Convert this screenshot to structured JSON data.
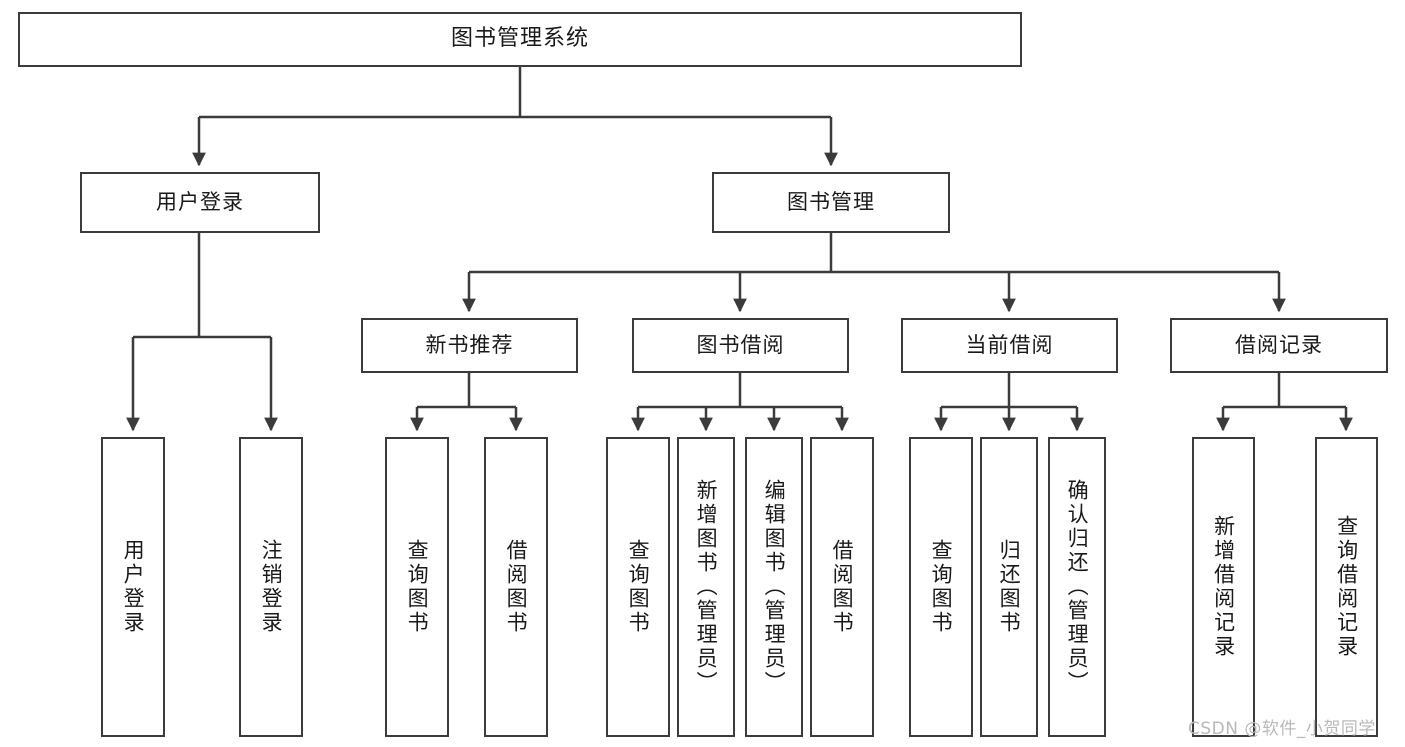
{
  "diagram": {
    "type": "tree-hierarchy",
    "title": "图书管理系统",
    "background_color": "#ffffff",
    "line_color": "#3b3b3b",
    "text_color": "#1a1a1a",
    "root": {
      "label": "图书管理系统",
      "orientation": "horizontal"
    },
    "level2": [
      {
        "label": "用户登录",
        "orientation": "horizontal"
      },
      {
        "label": "图书管理",
        "orientation": "horizontal"
      }
    ],
    "level3": [
      {
        "label": "新书推荐",
        "orientation": "horizontal"
      },
      {
        "label": "图书借阅",
        "orientation": "horizontal"
      },
      {
        "label": "当前借阅",
        "orientation": "horizontal"
      },
      {
        "label": "借阅记录",
        "orientation": "horizontal"
      }
    ],
    "leaves": {
      "user_login": [
        {
          "label": "用户登录",
          "orientation": "vertical"
        },
        {
          "label": "注销登录",
          "orientation": "vertical"
        }
      ],
      "new_book_recommend": [
        {
          "label": "查询图书",
          "orientation": "vertical"
        },
        {
          "label": "借阅图书",
          "orientation": "vertical"
        }
      ],
      "book_borrow": [
        {
          "label": "查询图书",
          "orientation": "vertical"
        },
        {
          "label": "新增图书（管理员）",
          "orientation": "vertical"
        },
        {
          "label": "编辑图书（管理员）",
          "orientation": "vertical"
        },
        {
          "label": "借阅图书",
          "orientation": "vertical"
        }
      ],
      "current_borrow": [
        {
          "label": "查询图书",
          "orientation": "vertical"
        },
        {
          "label": "归还图书",
          "orientation": "vertical"
        },
        {
          "label": "确认归还（管理员）",
          "orientation": "vertical"
        }
      ],
      "borrow_record": [
        {
          "label": "新增借阅记录",
          "orientation": "vertical"
        },
        {
          "label": "查询借阅记录",
          "orientation": "vertical"
        }
      ]
    }
  },
  "watermark": {
    "text": "CSDN @软件_小贺同学"
  }
}
